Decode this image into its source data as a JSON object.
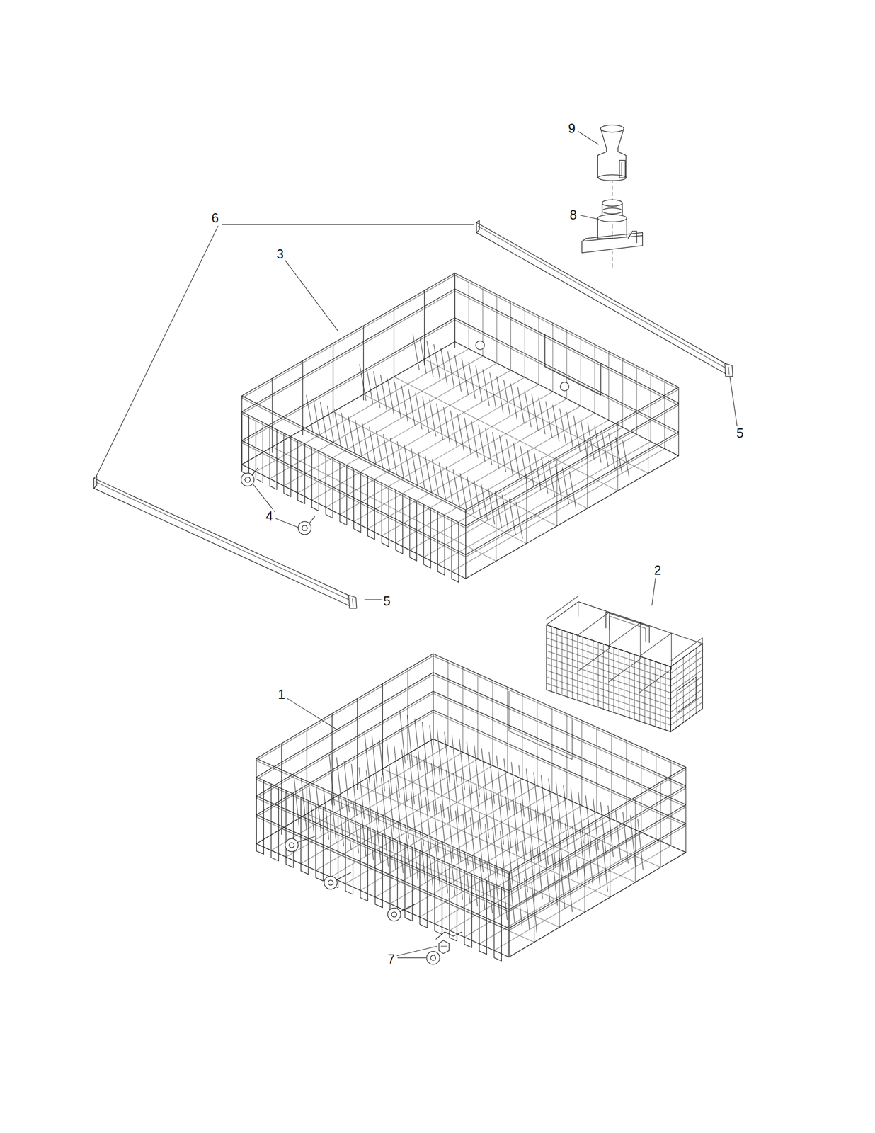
{
  "diagram": {
    "labels": [
      "9",
      "8",
      "6",
      "3",
      "5",
      "4",
      "5",
      "2",
      "1",
      "7"
    ]
  }
}
